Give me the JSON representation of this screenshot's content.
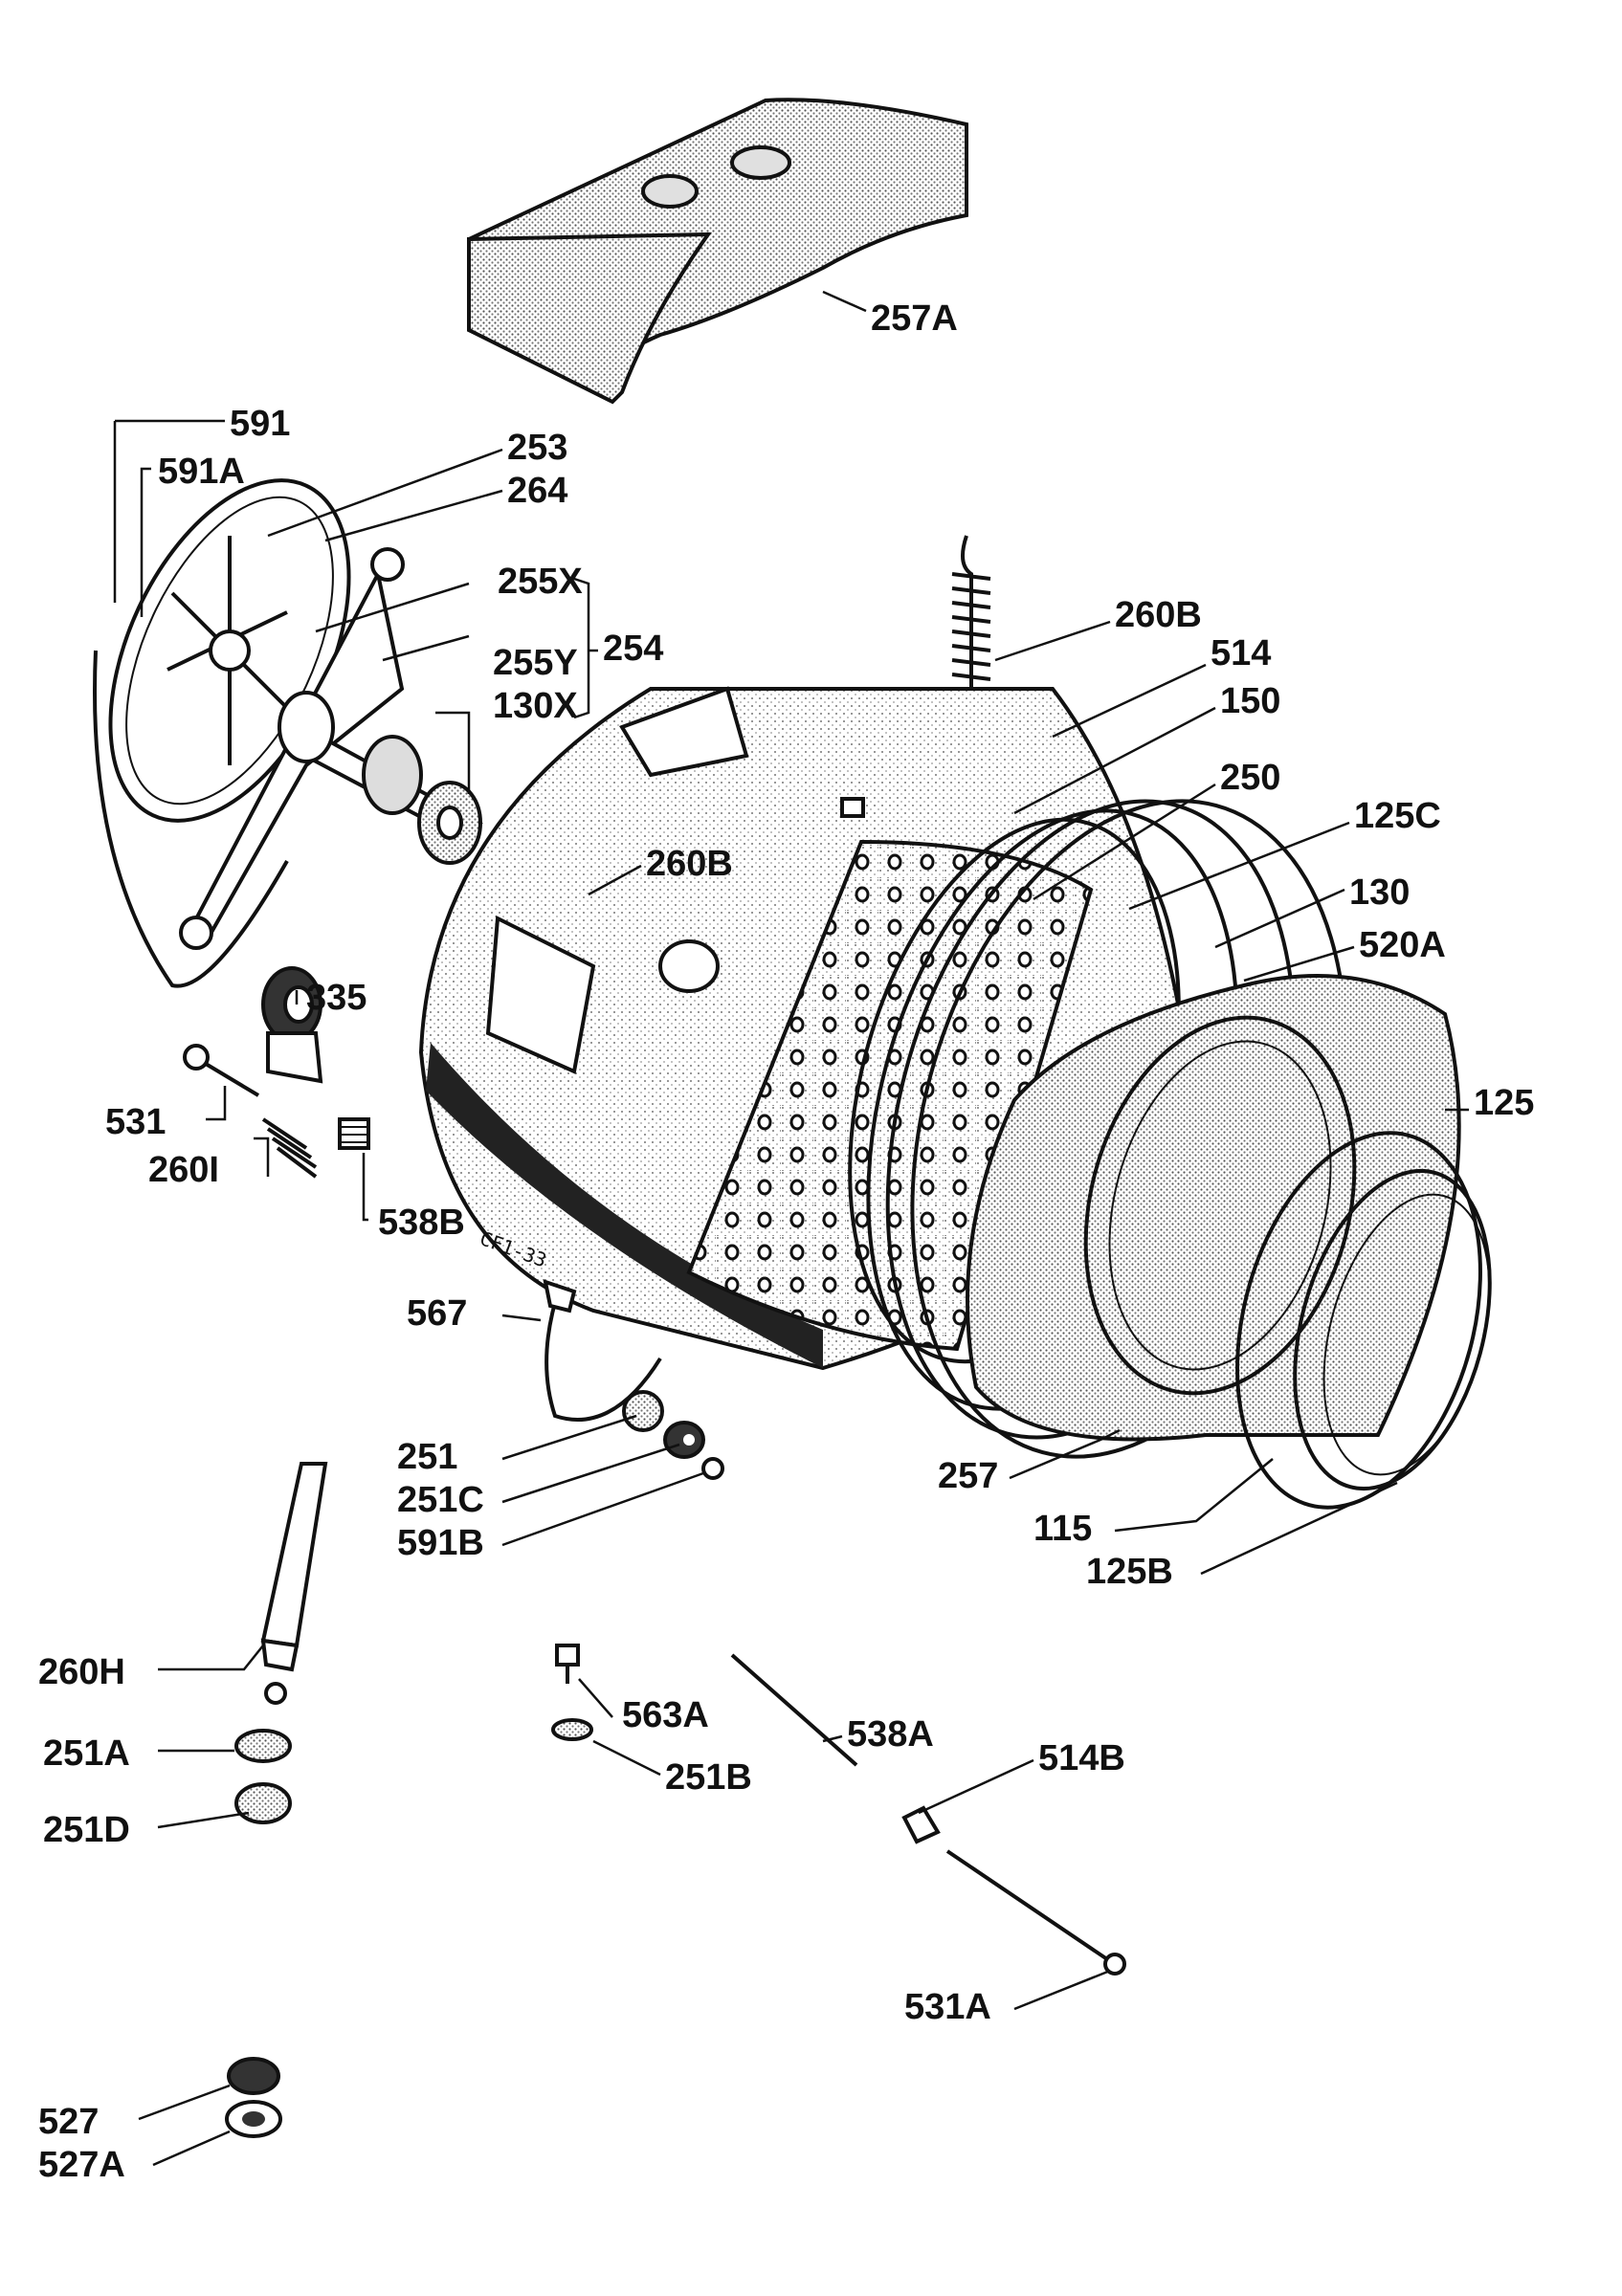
{
  "callouts": [
    {
      "id": "257A",
      "text": "257A"
    },
    {
      "id": "591",
      "text": "591"
    },
    {
      "id": "591A",
      "text": "591A"
    },
    {
      "id": "253",
      "text": "253"
    },
    {
      "id": "264",
      "text": "264"
    },
    {
      "id": "255X",
      "text": "255X"
    },
    {
      "id": "254",
      "text": "254"
    },
    {
      "id": "255Y",
      "text": "255Y"
    },
    {
      "id": "130X",
      "text": "130X"
    },
    {
      "id": "260B_top",
      "text": "260B"
    },
    {
      "id": "514",
      "text": "514"
    },
    {
      "id": "150",
      "text": "150"
    },
    {
      "id": "250",
      "text": "250"
    },
    {
      "id": "260B_left",
      "text": "260B"
    },
    {
      "id": "125C",
      "text": "125C"
    },
    {
      "id": "130",
      "text": "130"
    },
    {
      "id": "520A",
      "text": "520A"
    },
    {
      "id": "335",
      "text": "335"
    },
    {
      "id": "125",
      "text": "125"
    },
    {
      "id": "531",
      "text": "531"
    },
    {
      "id": "260I",
      "text": "260I"
    },
    {
      "id": "538B",
      "text": "538B"
    },
    {
      "id": "567",
      "text": "567"
    },
    {
      "id": "251",
      "text": "251"
    },
    {
      "id": "251C",
      "text": "251C"
    },
    {
      "id": "591B",
      "text": "591B"
    },
    {
      "id": "257",
      "text": "257"
    },
    {
      "id": "115",
      "text": "115"
    },
    {
      "id": "125B",
      "text": "125B"
    },
    {
      "id": "260H",
      "text": "260H"
    },
    {
      "id": "563A",
      "text": "563A"
    },
    {
      "id": "538A",
      "text": "538A"
    },
    {
      "id": "251A",
      "text": "251A"
    },
    {
      "id": "251B",
      "text": "251B"
    },
    {
      "id": "514B",
      "text": "514B"
    },
    {
      "id": "251D",
      "text": "251D"
    },
    {
      "id": "531A",
      "text": "531A"
    },
    {
      "id": "527",
      "text": "527"
    },
    {
      "id": "527A",
      "text": "527A"
    }
  ],
  "stamp": {
    "text": "CF1-33"
  }
}
